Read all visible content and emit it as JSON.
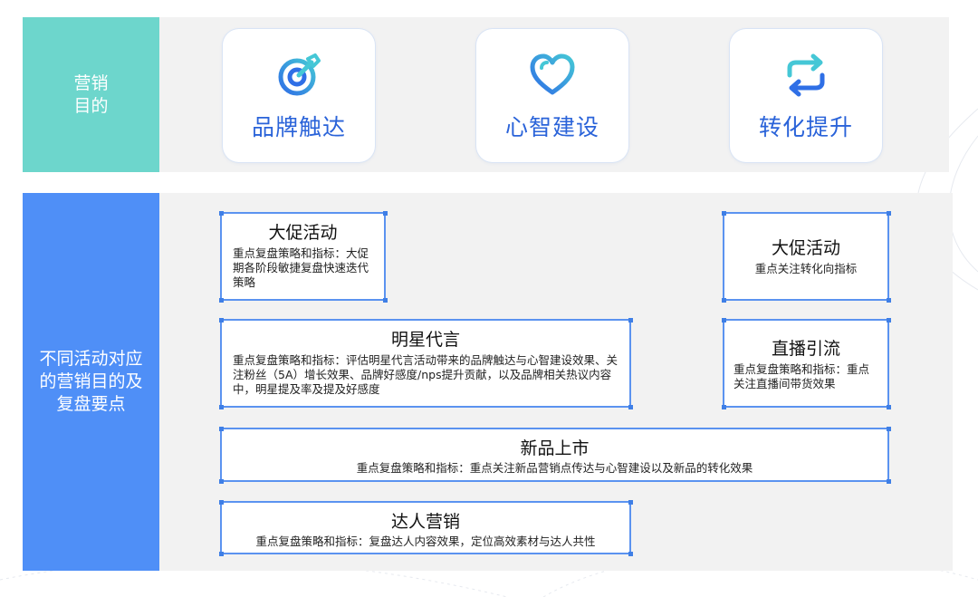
{
  "top": {
    "label_line1": "营销",
    "label_line2": "目的",
    "cards": [
      {
        "icon": "target-icon",
        "label": "品牌触达"
      },
      {
        "icon": "heart-icon",
        "label": "心智建设"
      },
      {
        "icon": "repeat-arrows-icon",
        "label": "转化提升"
      }
    ]
  },
  "bottom": {
    "label_line1": "不同活动对应",
    "label_line2": "的营销目的及",
    "label_line3": "复盘要点",
    "boxes": {
      "promo_left": {
        "title": "大促活动",
        "desc": "重点复盘策略和指标：大促期各阶段敏捷复盘快速迭代策略"
      },
      "promo_right": {
        "title": "大促活动",
        "desc": "重点关注转化向指标"
      },
      "celebrity": {
        "title": "明星代言",
        "desc": "重点复盘策略和指标：评估明星代言活动带来的品牌触达与心智建设效果、关注粉丝（5A）增长效果、品牌好感度/nps提升贡献，以及品牌相关热议内容中，明星提及率及提及好感度"
      },
      "live": {
        "title": "直播引流",
        "desc": "重点复盘策略和指标：重点关注直播间带货效果"
      },
      "launch": {
        "title": "新品上市",
        "desc": "重点复盘策略和指标：重点关注新品营销点传达与心智建设以及新品的转化效果"
      },
      "kol": {
        "title": "达人营销",
        "desc": "重点复盘策略和指标：复盘达人内容效果，定位高效素材与达人共性"
      }
    }
  },
  "colors": {
    "teal": "#6dd6cc",
    "blue": "#4f8ff7",
    "accent_text": "#2a63d9",
    "box_border": "#5b93f0",
    "panel_bg": "#f2f2f2"
  }
}
